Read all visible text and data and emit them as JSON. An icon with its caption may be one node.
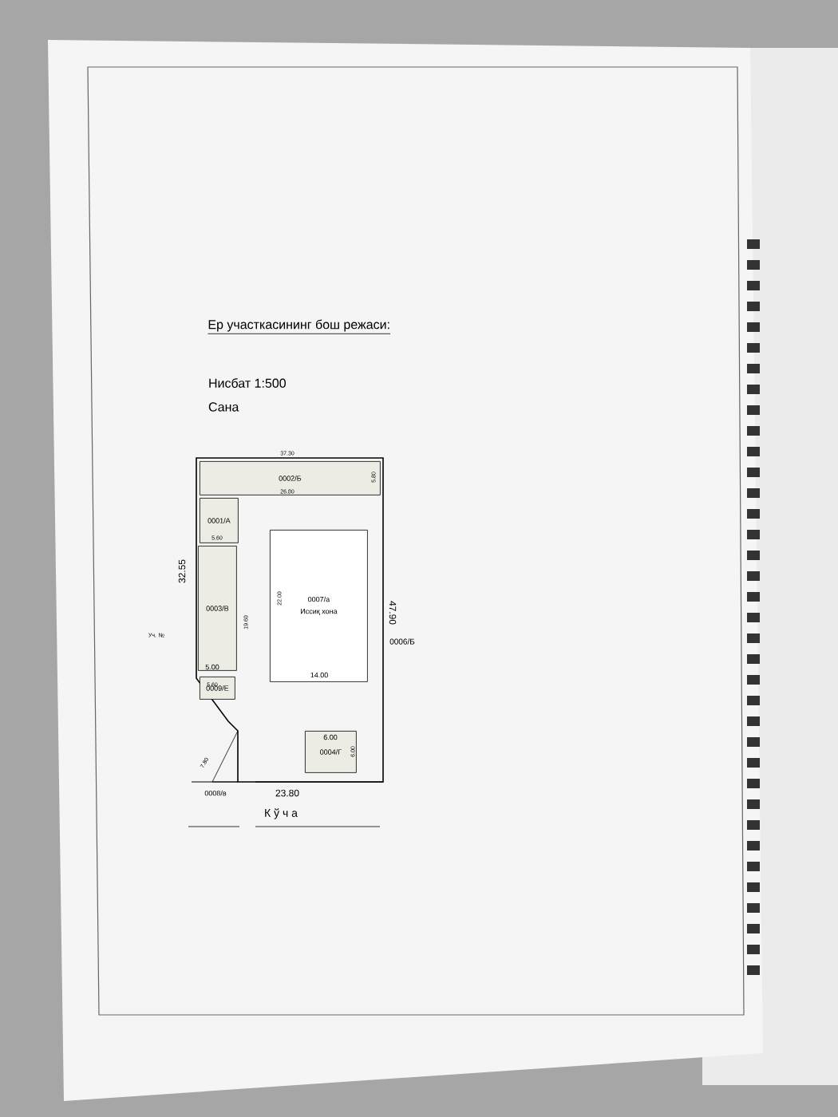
{
  "diagram": {
    "title": "Ер участкасининг бош режаси:",
    "nodes": [
      {
        "text": [
          "0002/Б"
        ]
      },
      {
        "text": [
          "0001/А"
        ]
      },
      {
        "text": [
          "0003/В"
        ]
      },
      {
        "text": [
          "0007/а",
          "Иссиқ хона"
        ]
      },
      {
        "text": [
          "0009/Е"
        ]
      },
      {
        "text": [
          "0004/Г"
        ]
      }
    ],
    "labels": [
      "Нисбат  1:500",
      "Сана",
      "37.30",
      "26.80",
      "5.80",
      "5.60",
      "32.55",
      "19.60",
      "22.00",
      "47.90",
      "Уч. №",
      "0006/Б",
      "14.00",
      "5.00",
      "5.60",
      "7.80",
      "6.00",
      "6.00",
      "0008/в",
      "23.80",
      "К   ў   ч   а"
    ]
  }
}
